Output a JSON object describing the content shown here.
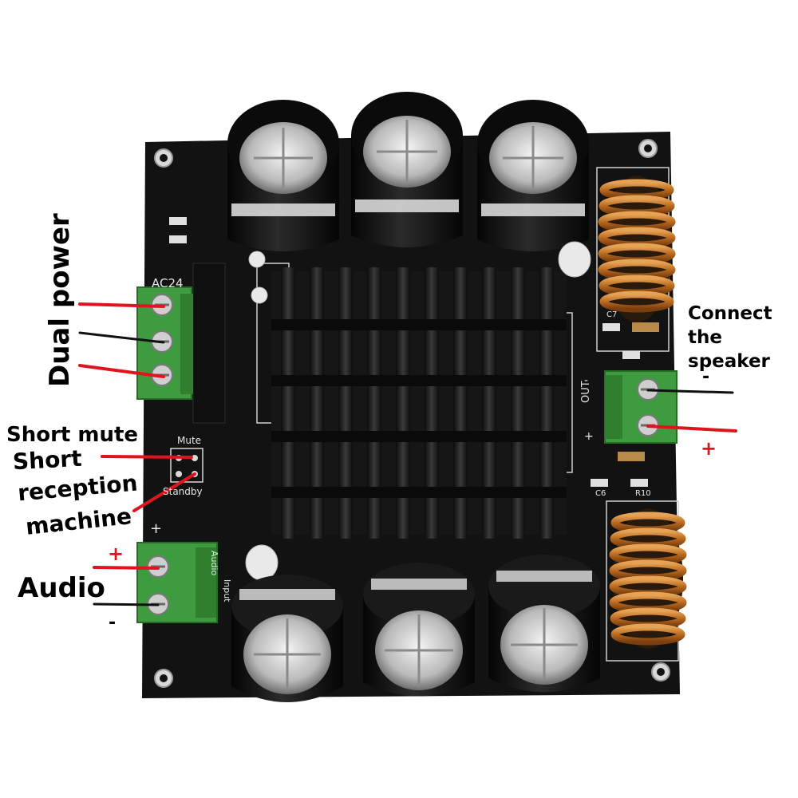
{
  "annotations": {
    "dual_power": "Dual power",
    "short_mute": "Short mute",
    "short_reception_1": "Short",
    "short_reception_2": "reception",
    "short_reception_3": "machine",
    "audio": "Audio",
    "audio_plus": "+",
    "audio_minus": "-",
    "speaker_1": "Connect",
    "speaker_2": "the",
    "speaker_3": "speaker",
    "speaker_minus": "-",
    "speaker_plus": "+"
  },
  "silkscreen": {
    "ac_label": "AC24",
    "mute": "Mute",
    "standby": "Standby",
    "audio_input_1": "Audio",
    "audio_input_2": "Input",
    "out_label": "OUT",
    "out_minus": "-",
    "out_plus": "+",
    "in_plus": "+",
    "c7": "C7",
    "c6": "C6",
    "r10": "R10"
  },
  "colors": {
    "background": "#ffffff",
    "pcb": "#121212",
    "heatsink": "#1c1c1c",
    "terminal": "#3f9b3f",
    "copper": "#c47a2c",
    "arrow_red": "#e0141e",
    "arrow_black": "#111111",
    "plus_red": "#e0141e"
  }
}
